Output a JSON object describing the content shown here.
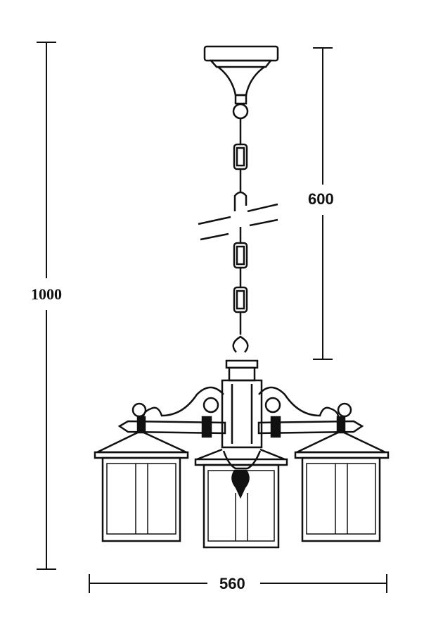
{
  "dimensions": {
    "total_height": "1000",
    "chain_length": "600",
    "width": "560"
  },
  "colors": {
    "line": "#111111",
    "background": "#ffffff"
  }
}
